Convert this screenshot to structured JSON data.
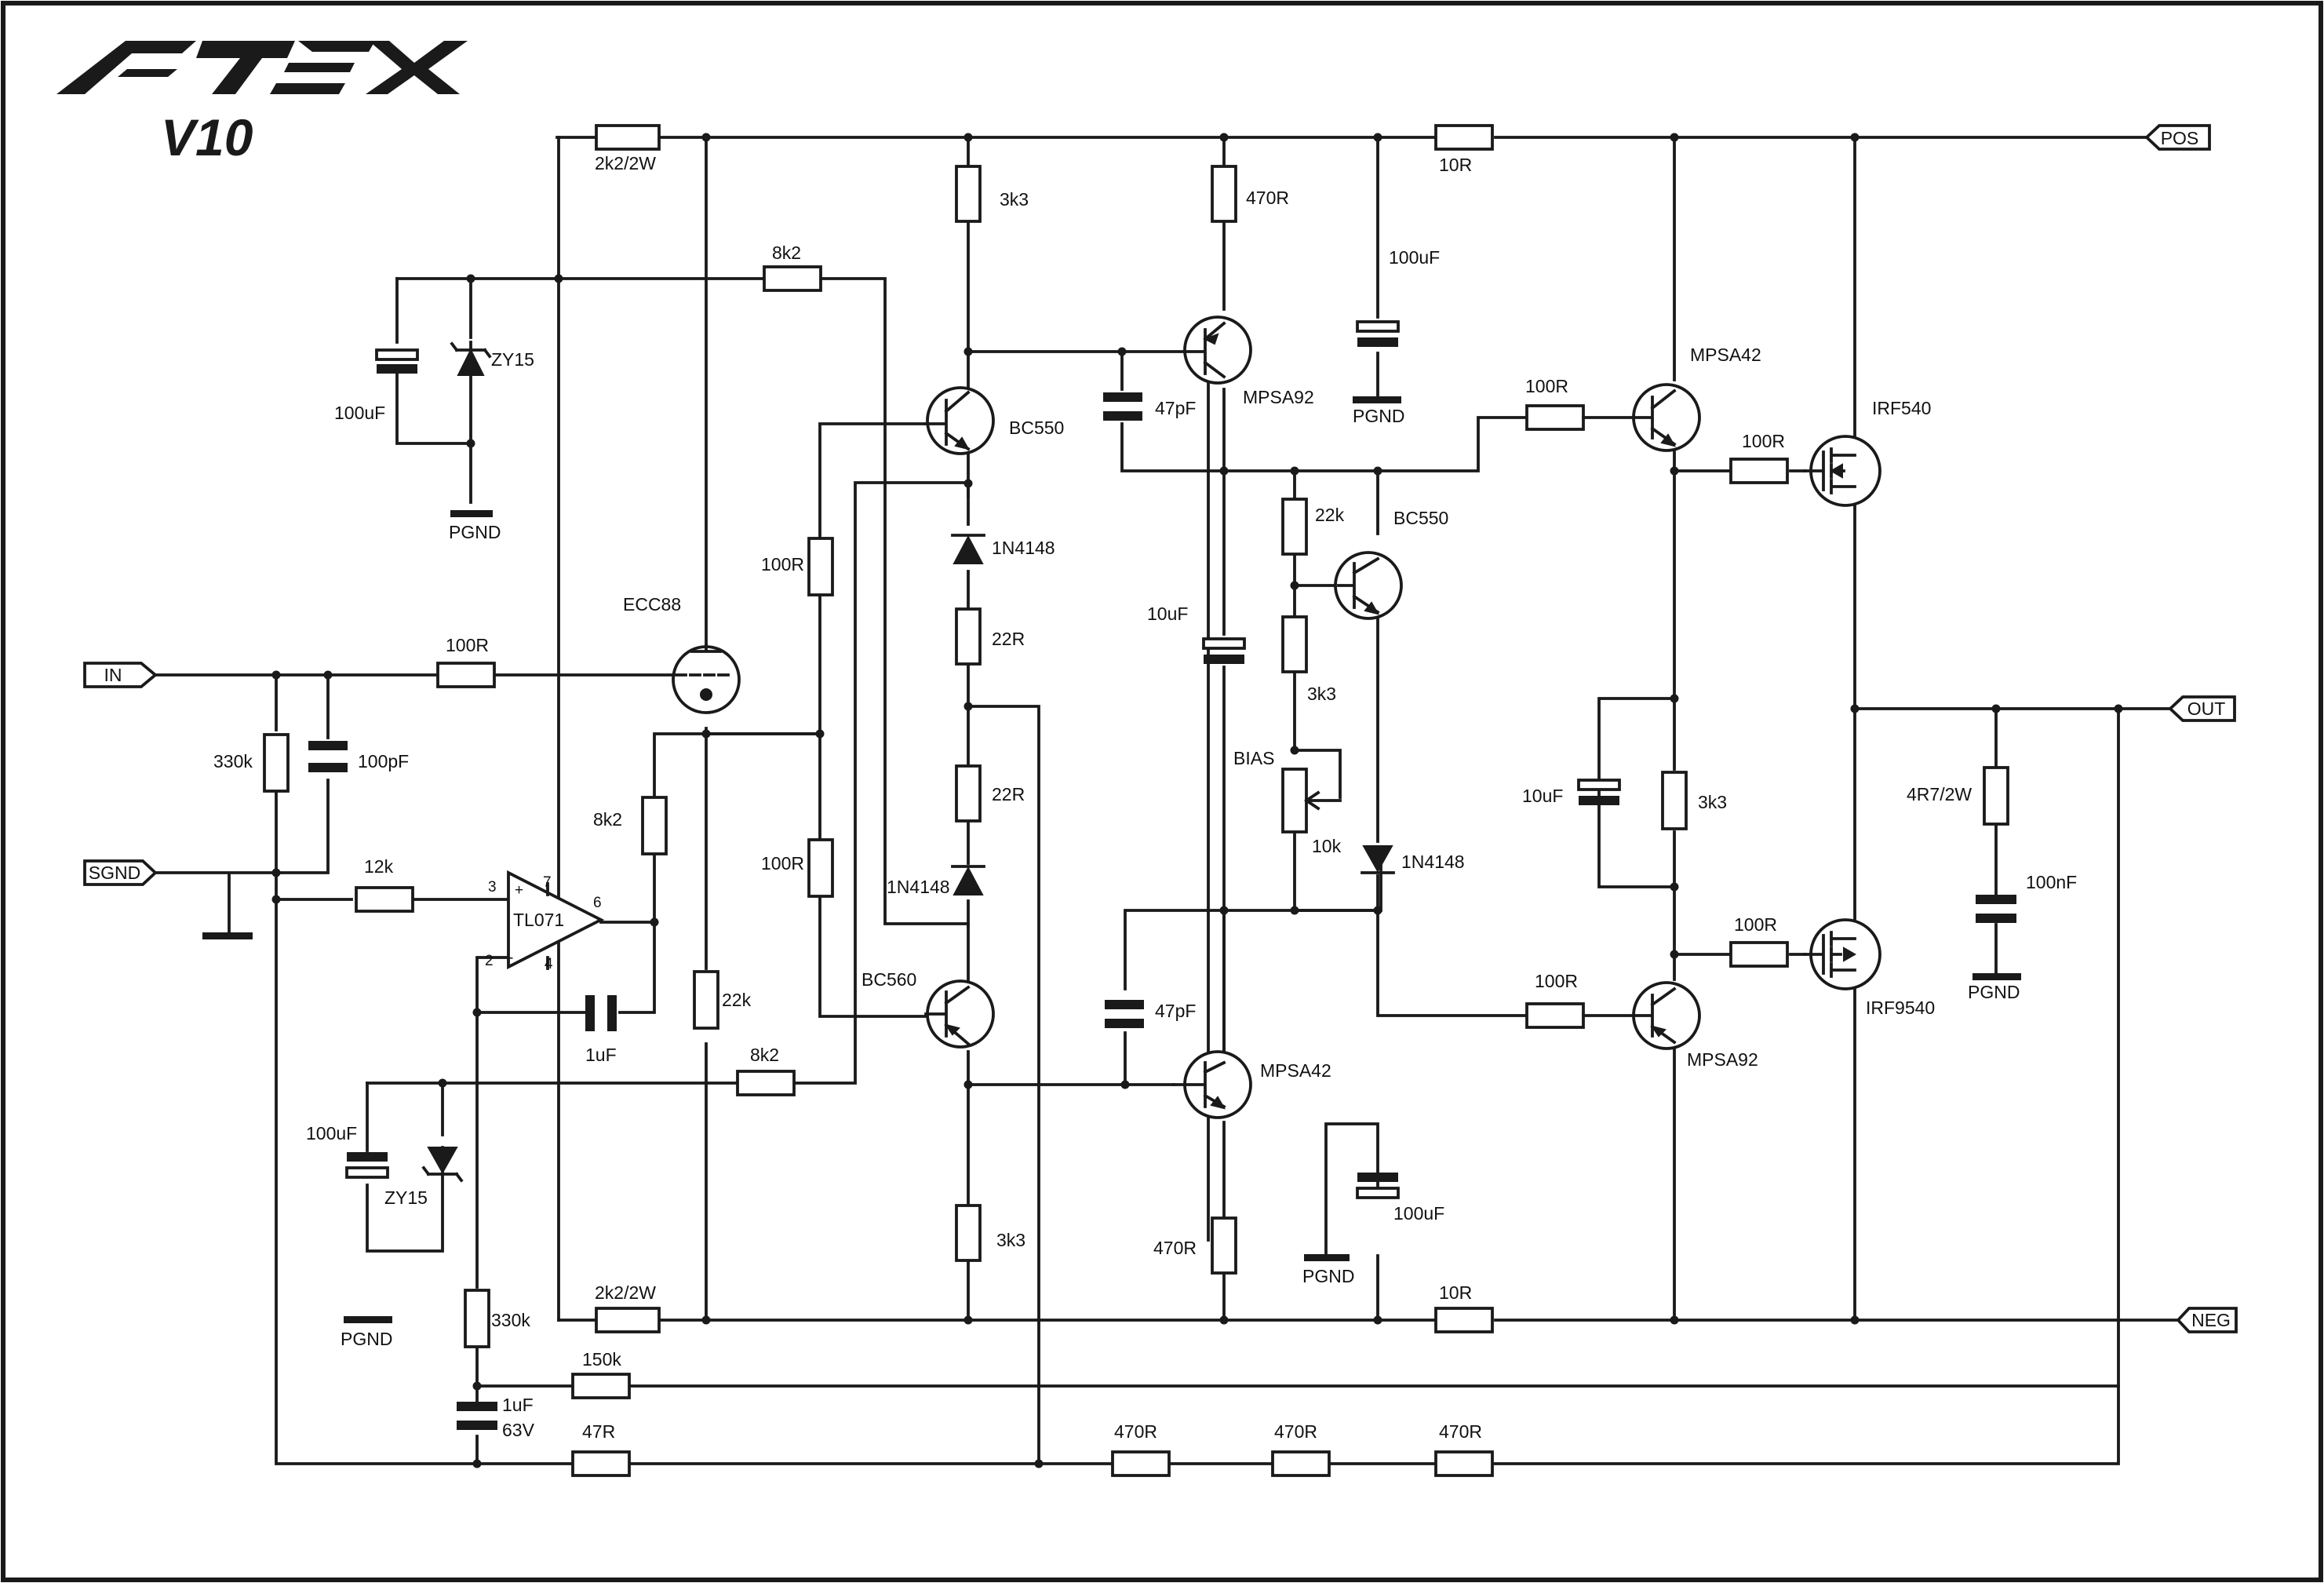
{
  "brand": {
    "name": "APEX",
    "model": "V10"
  },
  "ports": {
    "in": "IN",
    "sgnd": "SGND",
    "pos": "POS",
    "neg": "NEG",
    "out": "OUT"
  },
  "ground": "PGND",
  "opamp": {
    "name": "TL071",
    "pin_plus": "+",
    "pin_minus": "-",
    "pin3": "3",
    "pin2": "2",
    "pin7": "7",
    "pin4": "4",
    "pin6": "6"
  },
  "parts": {
    "r_2k2_top": "2k2/2W",
    "r_2k2_bot": "2k2/2W",
    "r_8k2_top": "8k2",
    "r_8k2_bot": "8k2",
    "r_8k2_fb": "8k2",
    "c_100u_tl": "100uF",
    "z_zy15_top": "ZY15",
    "z_zy15_bot": "ZY15",
    "c_100u_bl": "100uF",
    "r_in_100r": "100R",
    "r_330k_in": "330k",
    "c_100p": "100pF",
    "r_12k": "12k",
    "tube": "ECC88",
    "c_1u_fb": "1uF",
    "r_22k_tube": "22k",
    "r_330k_bot": "330k",
    "c_1u_63v": "1uF",
    "c_1u_63v_b": "63V",
    "r_150k": "150k",
    "r_47r": "47R",
    "r_470r_1": "470R",
    "r_470r_2": "470R",
    "r_470r_3": "470R",
    "r_100r_b1": "100R",
    "r_100r_b2": "100R",
    "q_bc550_1": "BC550",
    "q_bc560": "BC560",
    "r_3k3_top": "3k3",
    "r_3k3_bot": "3k3",
    "d_1n4148_1": "1N4148",
    "d_1n4148_2": "1N4148",
    "r_22r_1": "22R",
    "r_22r_2": "22R",
    "q_mpsa92_1": "MPSA92",
    "q_mpsa42_1": "MPSA42",
    "r_470r_top": "470R",
    "r_470r_bot": "470R",
    "c_47p_top": "47pF",
    "c_47p_bot": "47pF",
    "c_10u_mid": "10uF",
    "r_10r_top": "10R",
    "r_10r_bot": "10R",
    "c_100u_top": "100uF",
    "c_100u_bot": "100uF",
    "r_22k_bias": "22k",
    "r_3k3_bias": "3k3",
    "pot_bias": "BIAS",
    "pot_10k": "10k",
    "q_bc550_2": "BC550",
    "d_1n4148_3": "1N4148",
    "q_mpsa42_2": "MPSA42",
    "q_mpsa92_2": "MPSA92",
    "r_100r_drv1": "100R",
    "r_100r_drv2": "100R",
    "r_100r_g1": "100R",
    "r_100r_g2": "100R",
    "c_10u_vbe": "10uF",
    "r_3k3_vbe": "3k3",
    "m_irf540": "IRF540",
    "m_irf9540": "IRF9540",
    "r_4r7": "4R7/2W",
    "c_100n": "100nF"
  }
}
